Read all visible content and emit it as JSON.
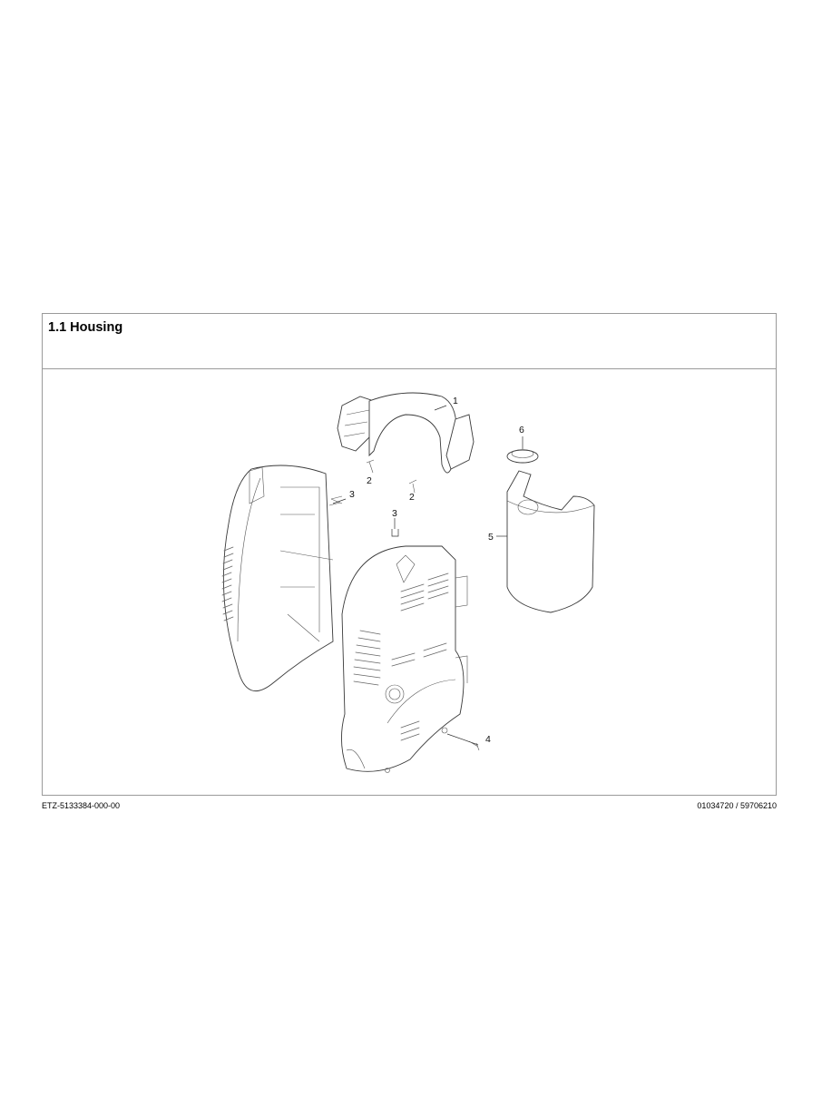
{
  "section": {
    "title": "1.1 Housing"
  },
  "drawing": {
    "callouts": [
      {
        "id": "1",
        "label": "1",
        "part": "handle"
      },
      {
        "id": "2a",
        "label": "2",
        "part": "screw"
      },
      {
        "id": "2b",
        "label": "2",
        "part": "screw"
      },
      {
        "id": "3a",
        "label": "3",
        "part": "clip"
      },
      {
        "id": "3b",
        "label": "3",
        "part": "clip"
      },
      {
        "id": "4",
        "label": "4",
        "part": "screw"
      },
      {
        "id": "5",
        "label": "5",
        "part": "detergent-tank"
      },
      {
        "id": "6",
        "label": "6",
        "part": "tank-cap"
      }
    ]
  },
  "footer": {
    "left": "ETZ-5133384-000-00",
    "right": "01034720 / 59706210"
  }
}
